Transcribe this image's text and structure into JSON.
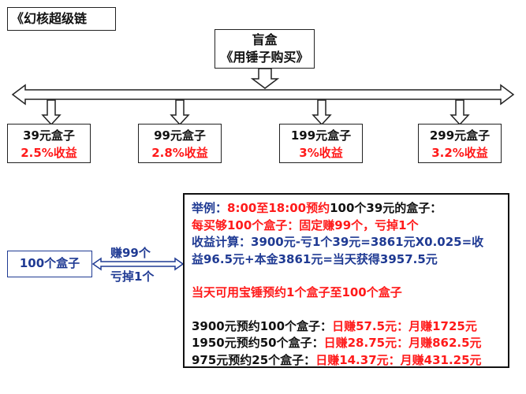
{
  "title": "《幻核超级链",
  "blind_box": {
    "line1": "盲盒",
    "line2": "《用锤子购买》"
  },
  "tiers": [
    {
      "price": "39元盒子",
      "yield": "2.5%收益"
    },
    {
      "price": "99元盒子",
      "yield": "2.8%收益"
    },
    {
      "price": "199元盒子",
      "yield": "3%收益"
    },
    {
      "price": "299元盒子",
      "yield": "3.2%收益"
    }
  ],
  "left_box": {
    "label": "100个盒子",
    "earn": "赚99个",
    "lose": "亏掉1个"
  },
  "example": {
    "prefix": "举例：",
    "line1_highlight": "8:00至18:00预约",
    "line1_rest": "100个39元的盒子：",
    "line2": "每买够100个盒子：固定赚99个，亏掉1个",
    "line3": "收益计算：3900元-亏1个39元=3861元X0.025=收",
    "line4": "益96.5元+本金3861元=当天获得3957.5元",
    "line5": "当天可用宝锤预约1个盒子至100个盒子",
    "rows": [
      {
        "label": "3900元预约100个盒子：",
        "daily": "日赚57.5元：",
        "monthly": "月赚1725元"
      },
      {
        "label": "1950元预约50个盒子：",
        "daily": "日赚28.75元：",
        "monthly": "月赚862.5元"
      },
      {
        "label": "975元预约25个盒子：",
        "daily": "日赚14.37元：",
        "monthly": "月赚431.25元"
      }
    ]
  },
  "colors": {
    "accent_red": "#ff1a1a",
    "navy": "#1f3a93",
    "outline": "#222222"
  }
}
